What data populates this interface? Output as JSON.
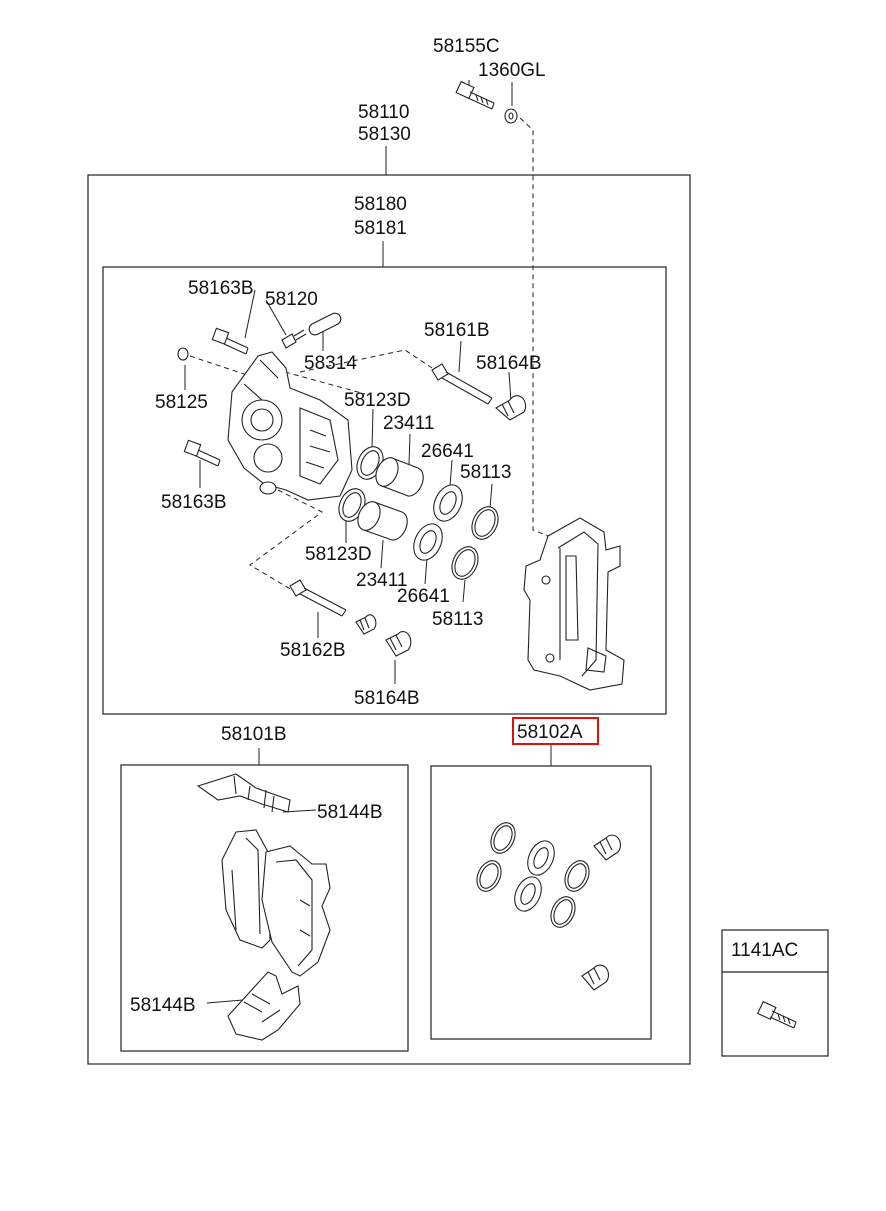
{
  "highlight_color": "#dd1111",
  "labels": {
    "l58155C": "58155C",
    "l1360GL": "1360GL",
    "l58110": "58110",
    "l58130": "58130",
    "l58180": "58180",
    "l58181": "58181",
    "l58163B_top": "58163B",
    "l58120": "58120",
    "l58314": "58314",
    "l58125": "58125",
    "l58163B_bot": "58163B",
    "l58161B": "58161B",
    "l58164B_top": "58164B",
    "l58123D_top": "58123D",
    "l23411_top": "23411",
    "l26641_top": "26641",
    "l58113_top": "58113",
    "l58123D_bot": "58123D",
    "l23411_bot": "23411",
    "l26641_bot": "26641",
    "l58113_bot": "58113",
    "l58162B": "58162B",
    "l58164B_bot": "58164B",
    "l58101B": "58101B",
    "l58102A": "58102A",
    "l58144B_top": "58144B",
    "l58144B_bot": "58144B",
    "l1141AC": "1141AC"
  }
}
